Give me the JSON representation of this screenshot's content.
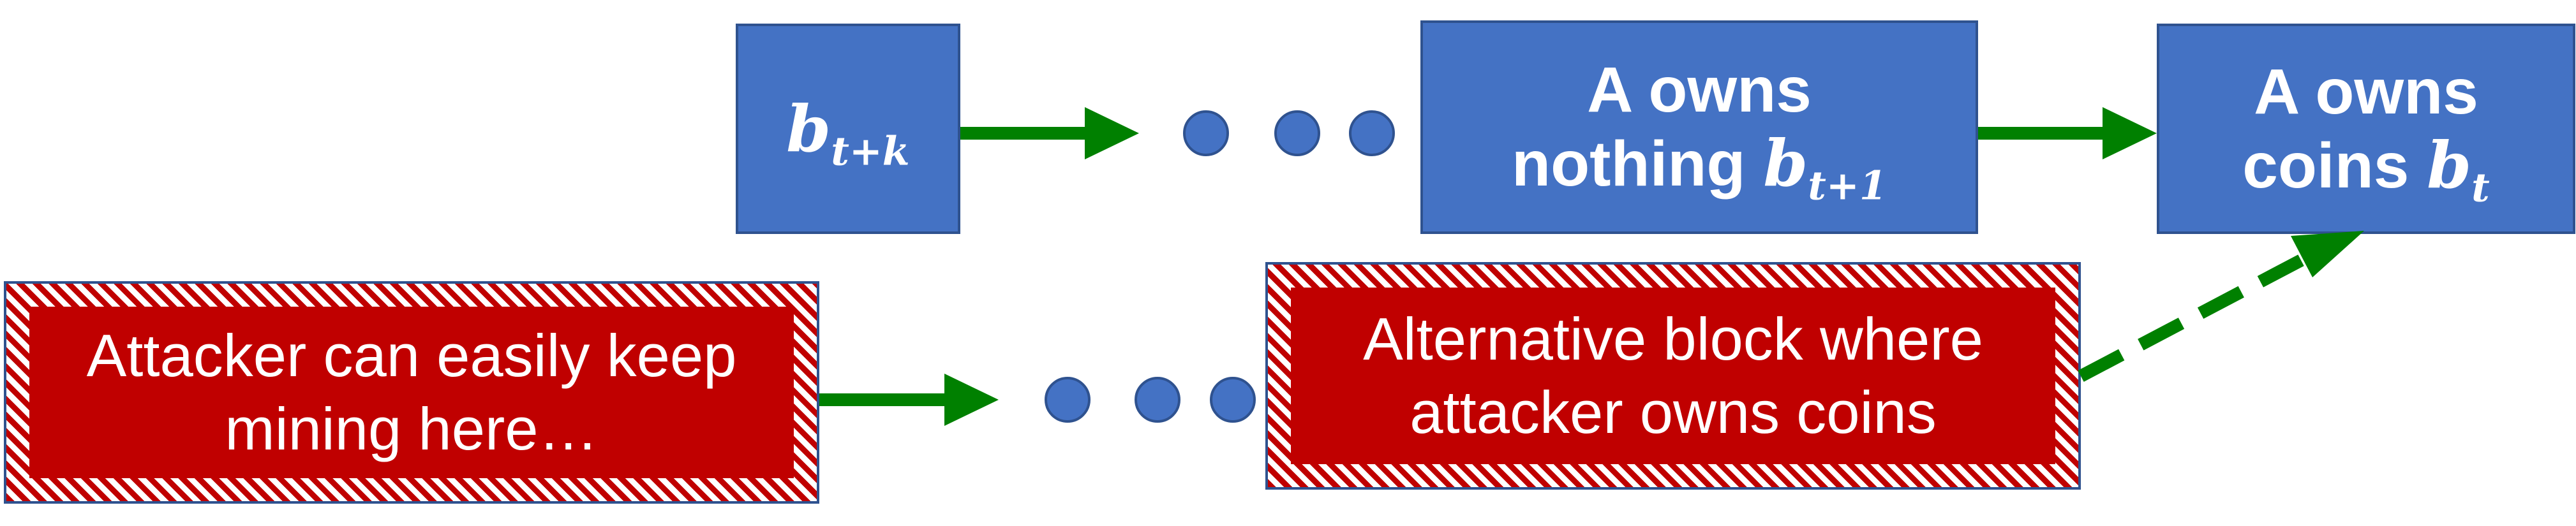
{
  "blocks": {
    "tip": {
      "var": "b",
      "sub": "t+k"
    },
    "next": {
      "line1": "A owns",
      "line2": "nothing",
      "var": "b",
      "sub": "t+1"
    },
    "current": {
      "line1": "A owns",
      "line2": "coins",
      "var": "b",
      "sub": "t"
    }
  },
  "attack": {
    "start": {
      "line1": "Attacker can easily keep",
      "line2": "mining here…"
    },
    "alt": {
      "line1": "Alternative block where",
      "line2": "attacker owns coins"
    }
  },
  "colors": {
    "block": "#4472c4",
    "block_border": "#2f528f",
    "attack": "#c00000",
    "arrow": "#008000",
    "dot": "#4472c4"
  }
}
